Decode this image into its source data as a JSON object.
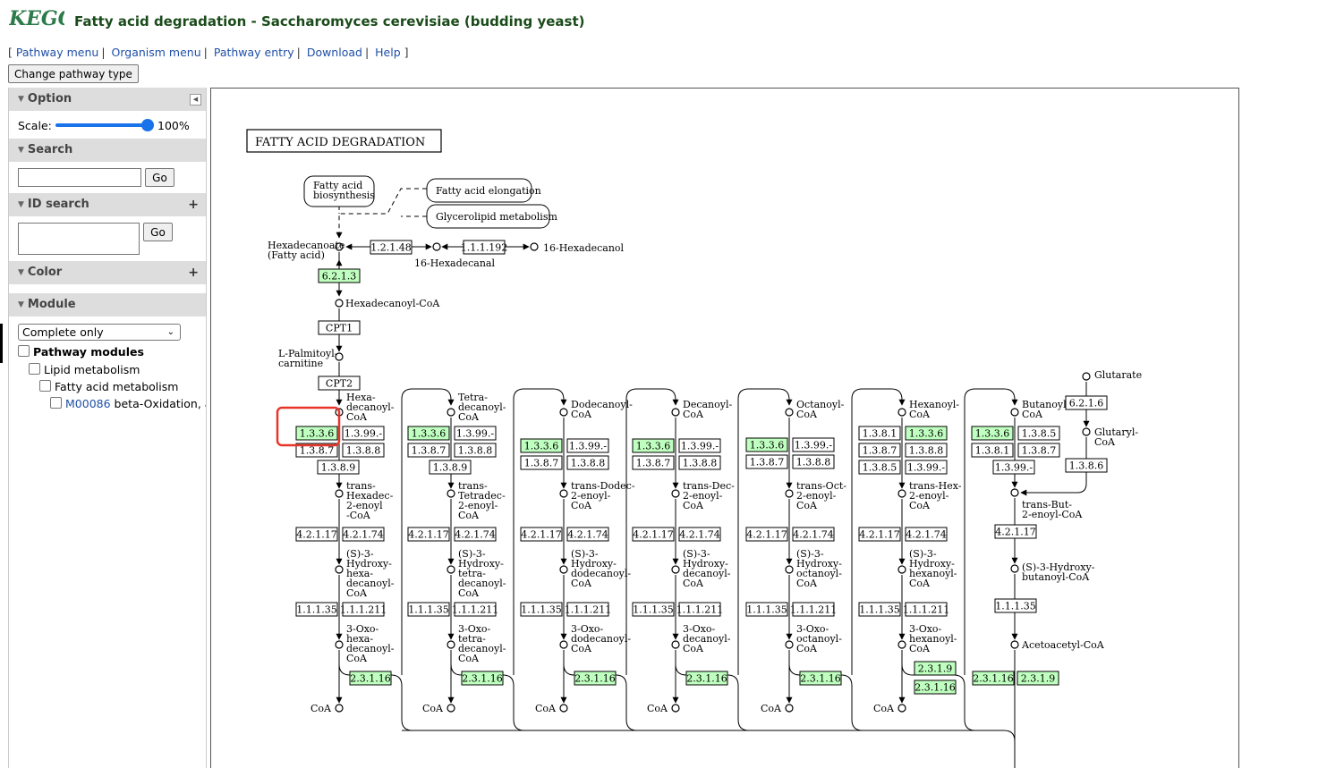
{
  "header": {
    "logo_text": "KEGG",
    "title": "Fatty acid degradation - Saccharomyces cerevisiae (budding yeast)"
  },
  "nav": {
    "links": [
      "Pathway menu",
      "Organism menu",
      "Pathway entry",
      "Download",
      "Help"
    ],
    "open_bracket": "[",
    "close_bracket": "]",
    "separator": "|"
  },
  "change_button": "Change pathway type",
  "sidebar": {
    "option": {
      "title": "Option",
      "scale_label": "Scale:",
      "scale_value": "100%",
      "scale_fraction": 1.0
    },
    "search": {
      "title": "Search",
      "input_value": "",
      "go": "Go"
    },
    "id_search": {
      "title": "ID search",
      "input_value": "",
      "go": "Go"
    },
    "color": {
      "title": "Color"
    },
    "module": {
      "title": "Module",
      "select_value": "Complete only",
      "tree": [
        {
          "label": "Pathway modules",
          "bold": true
        },
        {
          "label": "Lipid metabolism"
        },
        {
          "label": "Fatty acid metabolism"
        },
        {
          "id": "M00086",
          "label": "beta-Oxidation, a"
        }
      ]
    }
  },
  "map": {
    "title": "FATTY ACID DEGRADATION",
    "pathways": [
      "Fatty acid biosynthesis",
      "Fatty acid elongation",
      "Glycerolipid metabolism"
    ],
    "compounds": {
      "hexadecanoate": "Hexadecanoate (Fatty acid)",
      "hexadecanal": "16-Hexadecanal",
      "hexadecanol": "16-Hexadecanol",
      "hexadecanoyl_coa": "Hexadecanoyl-CoA",
      "palmitoylcarnitine": "L-Palmitoyl-carnitine",
      "glutarate": "Glutarate",
      "glutaryl_coa": "Glutaryl-CoA",
      "coa": "CoA",
      "acyl_coa": [
        "Hexa-decanoyl-CoA",
        "Tetra-decanoyl-CoA",
        "Dodecanoyl-CoA",
        "Decanoyl-CoA",
        "Octanoyl-CoA",
        "Hexanoyl-CoA",
        "Butanoyl-CoA"
      ],
      "enoyl_coa": [
        "trans-Hexadec-2-enoyl-CoA",
        "trans-Tetradec-2-enoyl-CoA",
        "trans-Dodec-2-enoyl-CoA",
        "trans-Dec-2-enoyl-CoA",
        "trans-Oct-2-enoyl-CoA",
        "trans-Hex-2-enoyl-CoA",
        "trans-But-2-enoyl-CoA"
      ],
      "hydroxyacyl_coa": [
        "(S)-3-Hydroxy-hexadecanoyl-CoA",
        "(S)-3-Hydroxy-tetradecanoyl-CoA",
        "(S)-3-Hydroxy-dodecanoyl-CoA",
        "(S)-3-Hydroxy-decanoyl-CoA",
        "(S)-3-Hydroxy-octanoyl-CoA",
        "(S)-3-Hydroxy-hexanoyl-CoA",
        "(S)-3-Hydroxy-butanoyl-CoA"
      ],
      "oxoacyl_coa": [
        "3-Oxo-hexadecanoyl-CoA",
        "3-Oxo-tetradecanoyl-CoA",
        "3-Oxo-dodecanoyl-CoA",
        "3-Oxo-decanoyl-CoA",
        "3-Oxo-octanoyl-CoA",
        "3-Oxo-hexanoyl-CoA",
        "Acetoacetyl-CoA"
      ]
    },
    "enzymes": {
      "e6213": "6.2.1.3",
      "e12148": "1.2.1.48",
      "e111192": "1.1.1.192",
      "cpt1": "CPT1",
      "cpt2": "CPT2",
      "e6216": "6.2.1.6",
      "e1336": "1.3.3.6",
      "e1399": "1.3.99.-",
      "e1387": "1.3.8.7",
      "e1388": "1.3.8.8",
      "e1389": "1.3.8.9",
      "e1381": "1.3.8.1",
      "e1385": "1.3.8.5",
      "e1386": "1.3.8.6",
      "e42117": "4.2.1.17",
      "e42174": "4.2.1.74",
      "e11135": "1.1.1.35",
      "e111211": "1.1.1.211",
      "e23116": "2.3.1.16",
      "e2319": "2.3.1.9"
    },
    "highlight_color": "#bfffbf",
    "selection_color": "#e8352a"
  }
}
